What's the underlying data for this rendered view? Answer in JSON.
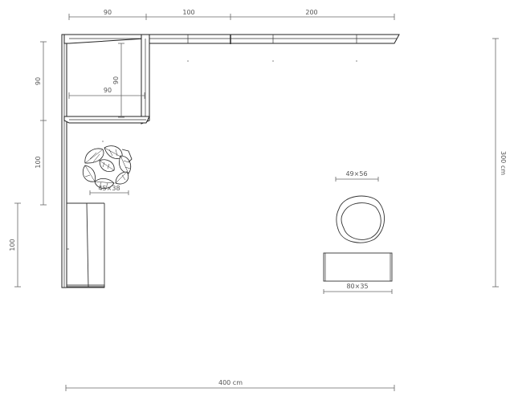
{
  "dimensions": {
    "top_a": "90",
    "top_b": "100",
    "top_c": "200",
    "left_a": "90",
    "left_b": "100",
    "left_c": "100",
    "inner_vertical": "90",
    "inner_horizontal": "90",
    "total_height": "300 cm",
    "total_width": "400 cm"
  },
  "objects": {
    "plant_size": "45×38",
    "pouf_size": "49×56",
    "table_size": "80×35"
  },
  "colors": {
    "line": "#222222",
    "dimension": "#666666",
    "background": "#ffffff"
  },
  "icons": {
    "plant": "monstera-plant-icon",
    "pouf": "round-pouf-icon",
    "table": "rectangular-table-icon"
  }
}
